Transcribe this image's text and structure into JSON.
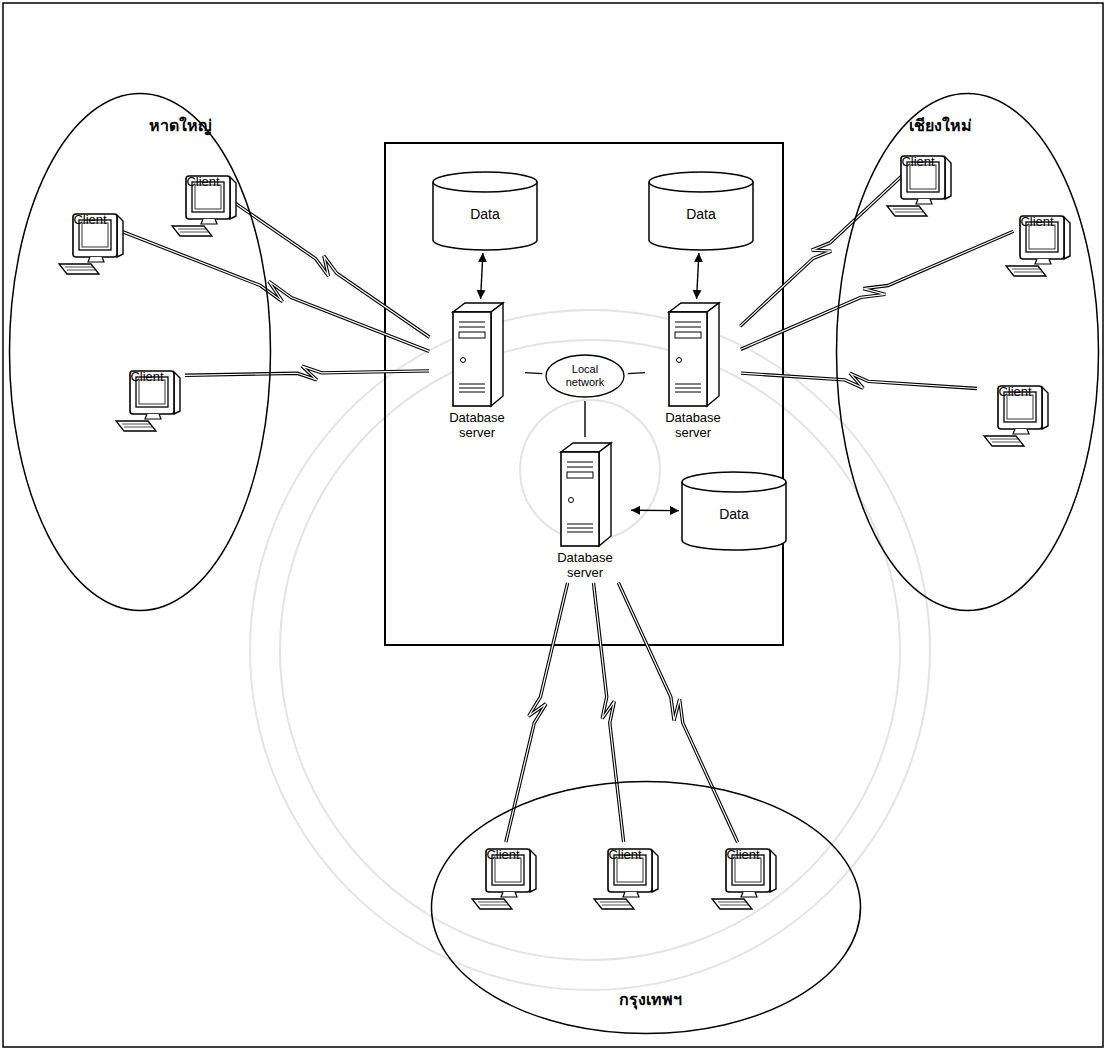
{
  "diagram": {
    "nodes": [
      {
        "text": [
          "หาดใหญ่"
        ]
      },
      {
        "text": [
          "Client"
        ],
        "in": 0
      },
      {
        "text": [
          "Client"
        ],
        "in": 0
      },
      {
        "text": [
          "Client"
        ],
        "in": 0
      },
      {
        "text": [
          "เชียงใหม่"
        ]
      },
      {
        "text": [
          "Client"
        ],
        "in": 4
      },
      {
        "text": [
          "Client"
        ],
        "in": 4
      },
      {
        "text": [
          "Client"
        ],
        "in": 4
      },
      {
        "text": [
          "Data"
        ]
      },
      {
        "text": [
          "Data"
        ]
      },
      {
        "text": [
          "Database server"
        ]
      },
      {
        "text": [
          "Local network"
        ]
      },
      {
        "text": [
          "Database server"
        ]
      },
      {
        "text": [
          "Database server"
        ]
      },
      {
        "text": [
          "Data"
        ]
      },
      {
        "text": [
          "กรุงเทพฯ"
        ]
      },
      {
        "text": [
          "Client"
        ],
        "in": 15
      },
      {
        "text": [
          "Client"
        ],
        "in": 15
      },
      {
        "text": [
          "Client"
        ],
        "in": 15
      }
    ],
    "edges": [
      {
        "from": 1,
        "to": 10,
        "arrow": "none"
      },
      {
        "from": 2,
        "to": 10,
        "arrow": "none"
      },
      {
        "from": 3,
        "to": 10,
        "arrow": "none"
      },
      {
        "from": 8,
        "to": 10,
        "arrow": "both"
      },
      {
        "from": 9,
        "to": 12,
        "arrow": "both"
      },
      {
        "from": 10,
        "to": 11,
        "arrow": "none"
      },
      {
        "from": 12,
        "to": 11,
        "arrow": "none"
      },
      {
        "from": 13,
        "to": 11,
        "arrow": "none"
      },
      {
        "from": 13,
        "to": 14,
        "arrow": "both"
      },
      {
        "from": 5,
        "to": 12,
        "arrow": "none"
      },
      {
        "from": 6,
        "to": 12,
        "arrow": "none"
      },
      {
        "from": 7,
        "to": 12,
        "arrow": "none"
      },
      {
        "from": 16,
        "to": 13,
        "arrow": "none"
      },
      {
        "from": 17,
        "to": 13,
        "arrow": "none"
      },
      {
        "from": 18,
        "to": 13,
        "arrow": "none"
      }
    ]
  }
}
